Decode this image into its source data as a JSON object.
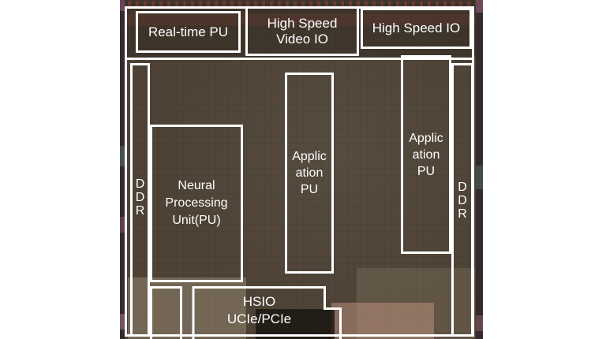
{
  "figure": {
    "description_colors": {
      "page_background": "#ffffff",
      "die_base": "#4e4336",
      "annotation_border": "#ffffff",
      "label_text": "#ffffff",
      "die_edge": "#352b2d"
    },
    "labels": {
      "real_time_pu": "Real-time PU",
      "high_speed_video_io": "High Speed\nVideo IO",
      "high_speed_io": "High Speed IO",
      "ddr_left": "D\nD\nR",
      "ddr_right": "D\nD\nR",
      "neural_processing_unit": "Neural\nProcessing\nUnit(PU)",
      "application_pu_center": "Applic\nation\nPU",
      "application_pu_right": "Applic\nation\nPU",
      "hsio_ucie_pcie": "HSIO\nUCIe/PCIe"
    }
  }
}
